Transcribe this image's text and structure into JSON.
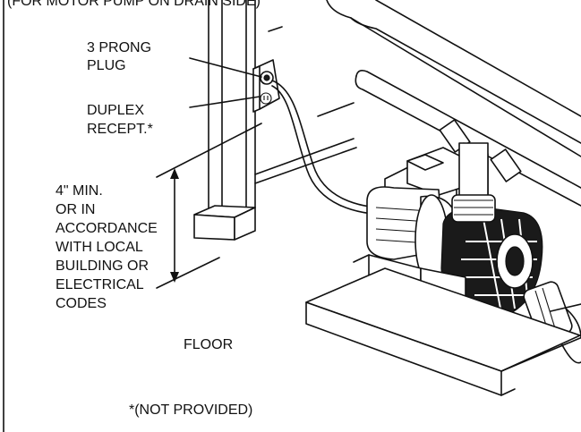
{
  "header_fragment": "(FOR MOTOR PUMP ON DRAIN SIDE)",
  "labels": {
    "plug_line1": "3 PRONG",
    "plug_line2": "PLUG",
    "recept_line1": "DUPLEX",
    "recept_line2": "RECEPT.*",
    "height_line1": "4\" MIN.",
    "height_line2": "OR IN",
    "height_line3": "ACCORDANCE",
    "height_line4": "WITH LOCAL",
    "height_line5": "BUILDING OR",
    "height_line6": "ELECTRICAL",
    "height_line7": "CODES",
    "floor": "FLOOR",
    "not_provided": "*(NOT PROVIDED)"
  }
}
